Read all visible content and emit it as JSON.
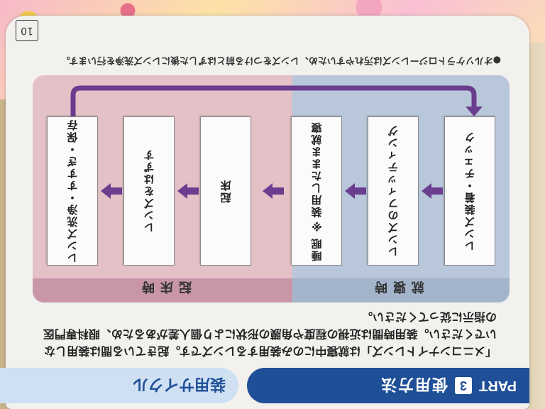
{
  "header": {
    "part_label": "PART",
    "part_number": "3",
    "part_title": "使用方法",
    "right_title": "装用サイクル"
  },
  "intro": {
    "text": "「メニコンナイトレンズ」は就寝中にのみ装用するレンズです。起きている間は装用しないでください。装用時間は近視の程度や角膜の形状により個人差があるため、眼科専門医の指示に従ってください。"
  },
  "diagram": {
    "zone_left_label": "就寝時",
    "zone_right_label": "起床時",
    "steps": [
      "レンズ装着・チェック",
      "レンズのフィッティング",
      "睡眠 ※装用したまま就寝",
      "起床",
      "レンズをはずす",
      "レンズ洗浄・すすぎ・保存"
    ]
  },
  "note": "●オルソケラトロジーレンズは汚れやすいため、レンズをつける前とはずした後にレンズ洗浄を行います。",
  "page_number": "10",
  "colors": {
    "header_blue": "#1f4f97",
    "zone_blue": "#b9c7da",
    "zone_pink": "#e4c1c6",
    "arrow_purple": "#6a3d8f"
  }
}
